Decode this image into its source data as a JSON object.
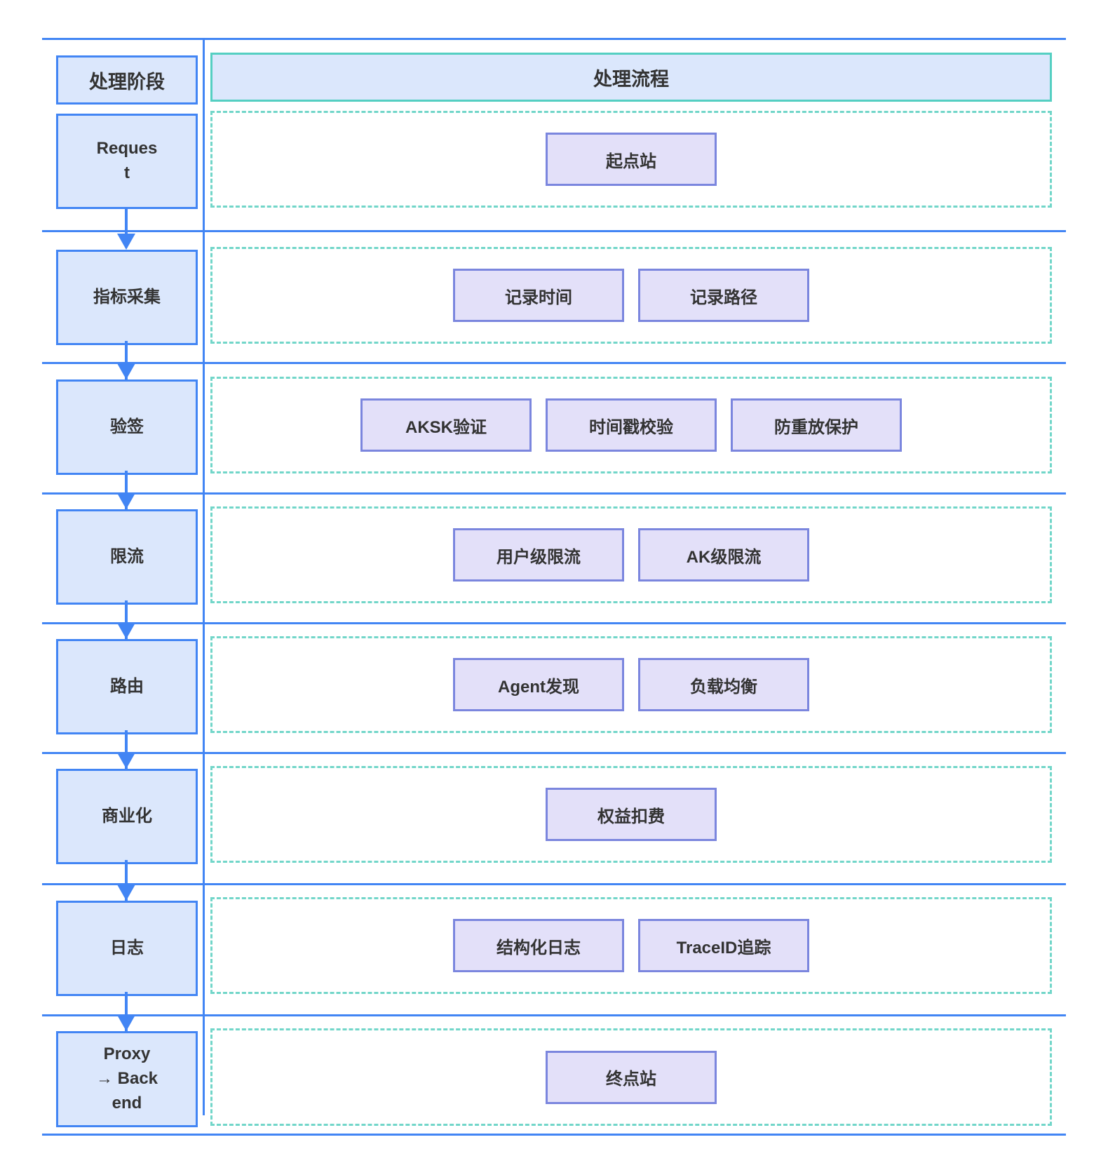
{
  "diagram": {
    "stage_column_header": "处理阶段",
    "flow_column_header": "处理流程",
    "rows": [
      {
        "stage": "Reques\nt",
        "nodes": [
          "起点站"
        ]
      },
      {
        "stage": "指标采集",
        "nodes": [
          "记录时间",
          "记录路径"
        ]
      },
      {
        "stage": "验签",
        "nodes": [
          "AKSK验证",
          "时间戳校验",
          "防重放保护"
        ]
      },
      {
        "stage": "限流",
        "nodes": [
          "用户级限流",
          "AK级限流"
        ]
      },
      {
        "stage": "路由",
        "nodes": [
          "Agent发现",
          "负载均衡"
        ]
      },
      {
        "stage": "商业化",
        "nodes": [
          "权益扣费"
        ]
      },
      {
        "stage": "日志",
        "nodes": [
          "结构化日志",
          "TraceID追踪"
        ]
      },
      {
        "stage": "Proxy\n→ Back\nend",
        "nodes": [
          "终点站"
        ]
      }
    ],
    "colors": {
      "lane_line_blue": "#4285f4",
      "stage_box_fill": "#dbe7fc",
      "flow_node_fill": "#e3e0f9",
      "flow_node_border": "#7b86de",
      "flow_header_border": "#55cfc2",
      "flow_zone_dash": "#72d6c9",
      "text": "#333333"
    }
  }
}
